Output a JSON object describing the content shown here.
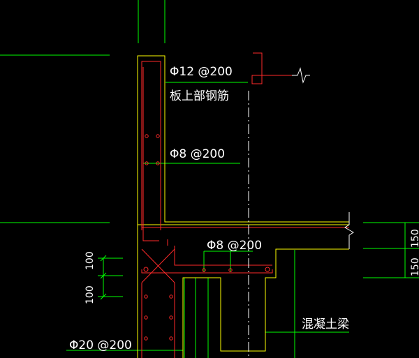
{
  "labels": {
    "slab_top_rebar_spec": "Φ12 @200",
    "slab_top_rebar_name": "板上部钢筋",
    "wall_rebar_spec": "Φ8 @200",
    "beam_stirrup_spec": "Φ8 @200",
    "bottom_rebar_spec": "Φ20 @200",
    "concrete_beam": "混凝土梁"
  },
  "dimensions": {
    "left_upper": "100",
    "left_lower": "100",
    "right_upper": "150",
    "right_lower": "150"
  },
  "colors": {
    "background": "#000000",
    "leader_lines": "#00ff00",
    "concrete_outline": "#ffff00",
    "rebar": "#ff2a2a",
    "centerline": "#ffffff"
  }
}
